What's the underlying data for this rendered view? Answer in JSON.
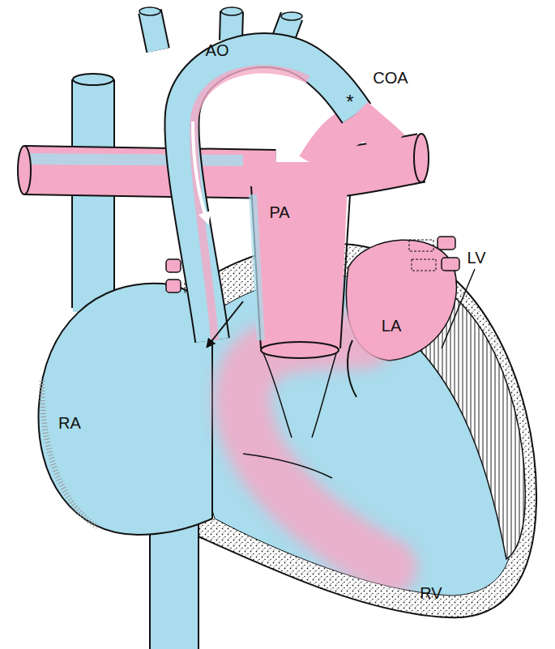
{
  "diagram": {
    "labels": [
      "AO",
      "*",
      "COA",
      "PA",
      "LV",
      "LA",
      "RA",
      "RV"
    ]
  }
}
